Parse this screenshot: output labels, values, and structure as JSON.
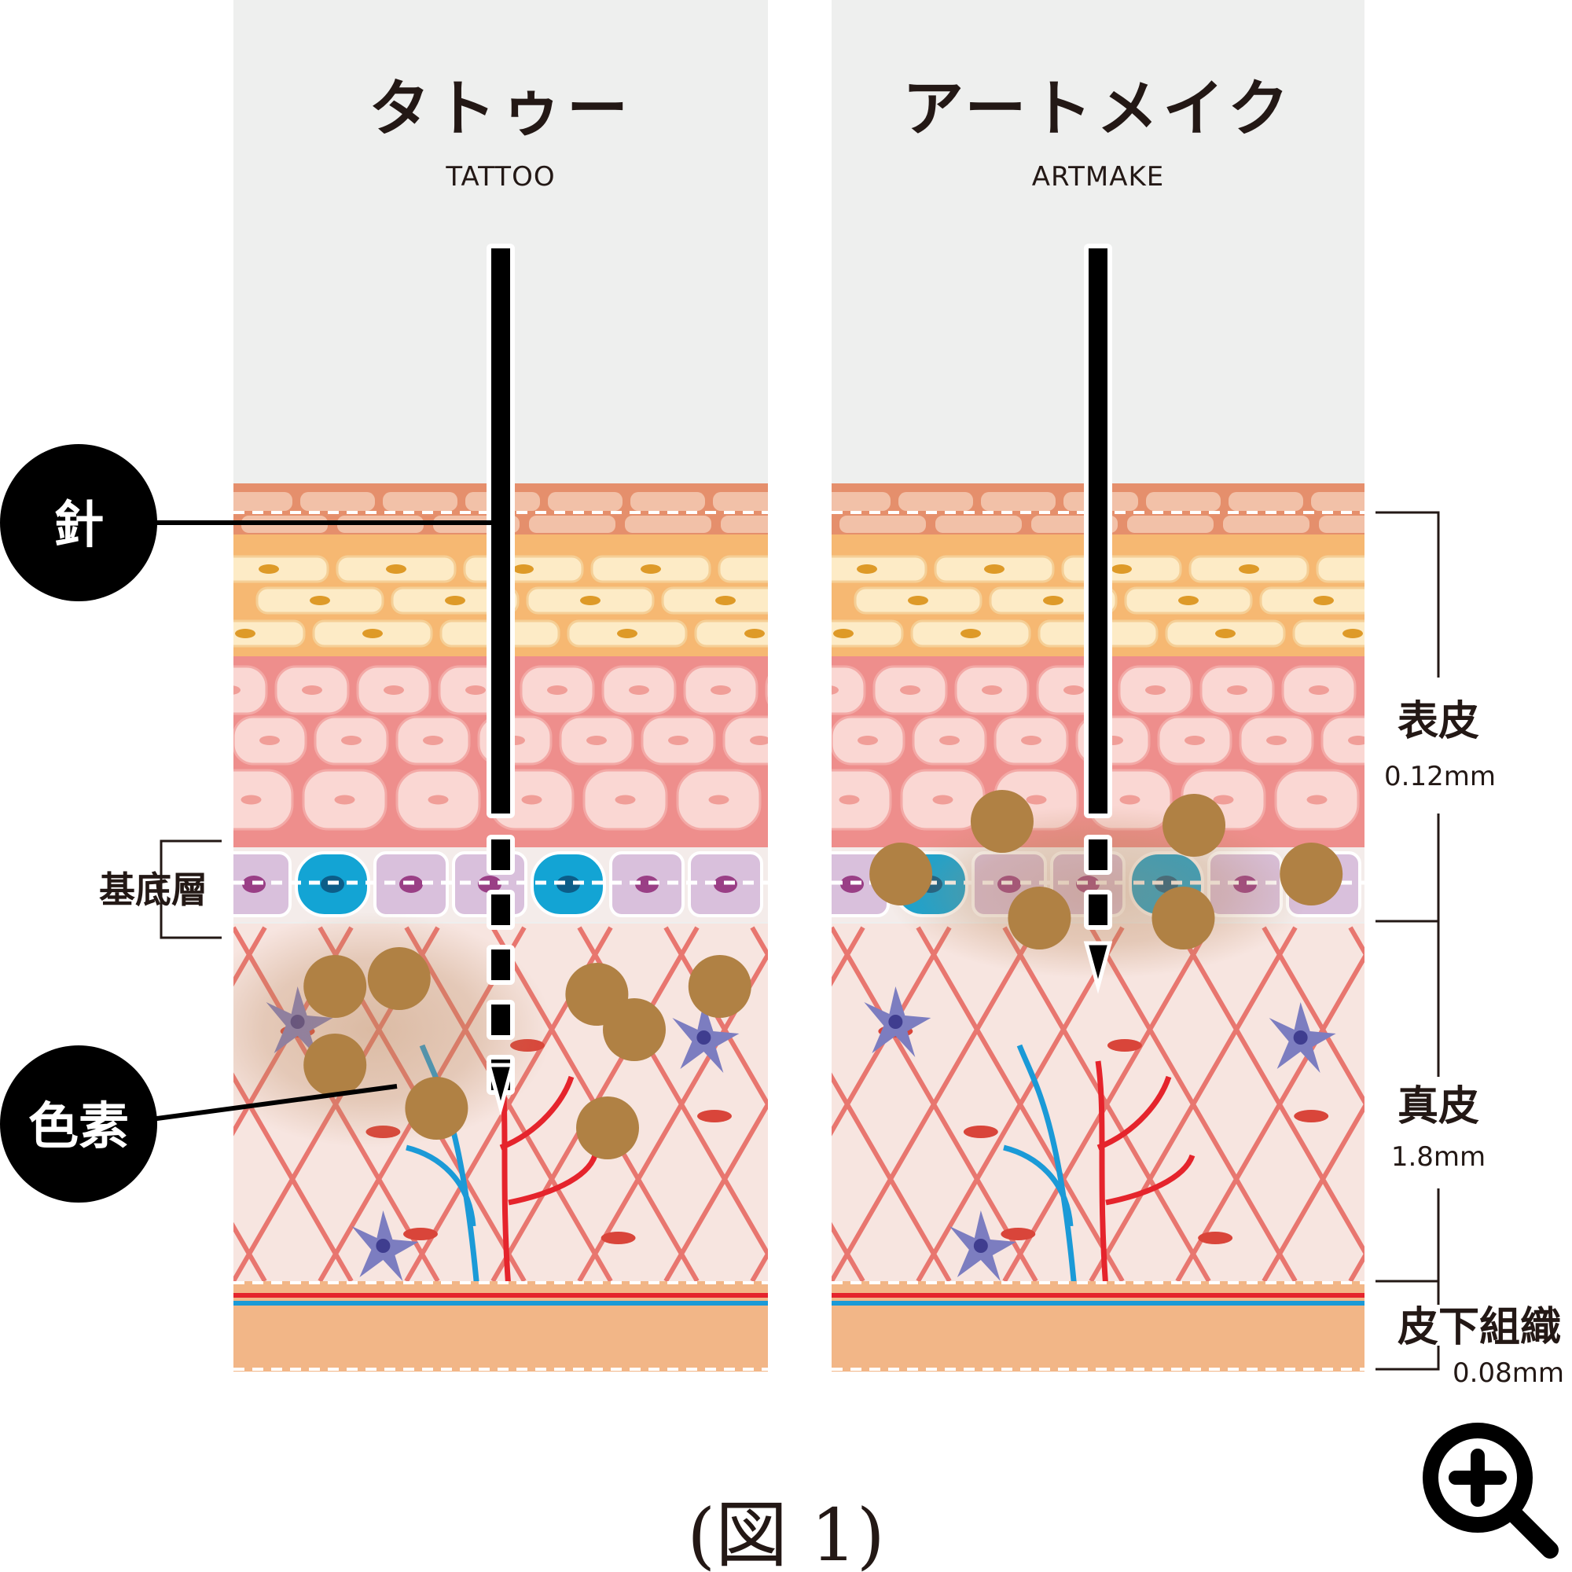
{
  "panels": [
    {
      "title_jp": "タトゥー",
      "title_en": "TATTOO"
    },
    {
      "title_jp": "アートメイク",
      "title_en": "ARTMAKE"
    }
  ],
  "callouts": {
    "needle": "針",
    "pigment": "色素"
  },
  "basal_layer_label": "基底層",
  "layers": [
    {
      "name": "表皮",
      "thickness": "0.12mm"
    },
    {
      "name": "真皮",
      "thickness": "1.8mm"
    },
    {
      "name": "皮下組織",
      "thickness": "0.08mm"
    }
  ],
  "caption": "(図 1)",
  "icons": {
    "zoom": "zoom-in-icon"
  },
  "colors": {
    "background_top": "#eeefee",
    "stratum_corneum": "#e58f6c",
    "granular": "#f6b872",
    "spinous": "#ee8e8c",
    "basal_melanocyte": "#13a4d4",
    "basal_cell": "#d9c0dc",
    "dermis": "#f7e5e0",
    "collagen": "#e8766f",
    "pigment": "#b08144",
    "subcutaneous": "#f2b687",
    "artery": "#e5242c",
    "vein": "#1b9ad7"
  }
}
